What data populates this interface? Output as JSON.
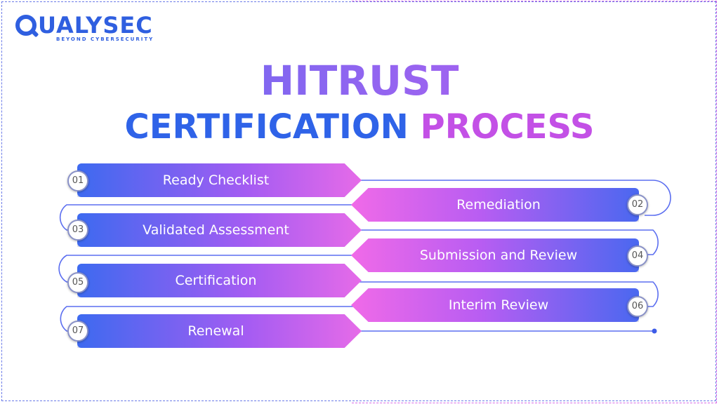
{
  "logo": {
    "name_rest": "UALYSEC",
    "tagline": "BEYOND CYBERSECURITY"
  },
  "title": {
    "line1": "HITRUST",
    "line2_part1": "CERTIFICATION",
    "line2_part2": "PROCESS"
  },
  "steps": [
    {
      "number": "01",
      "label": "Ready Checklist"
    },
    {
      "number": "02",
      "label": "Remediation"
    },
    {
      "number": "03",
      "label": "Validated Assessment"
    },
    {
      "number": "04",
      "label": "Submission and Review"
    },
    {
      "number": "05",
      "label": "Certification"
    },
    {
      "number": "06",
      "label": "Interim Review"
    },
    {
      "number": "07",
      "label": "Renewal"
    }
  ],
  "colors": {
    "brand_blue": "#2f63e8",
    "brand_purple": "#c350e6",
    "connector": "#5b6ef0"
  }
}
